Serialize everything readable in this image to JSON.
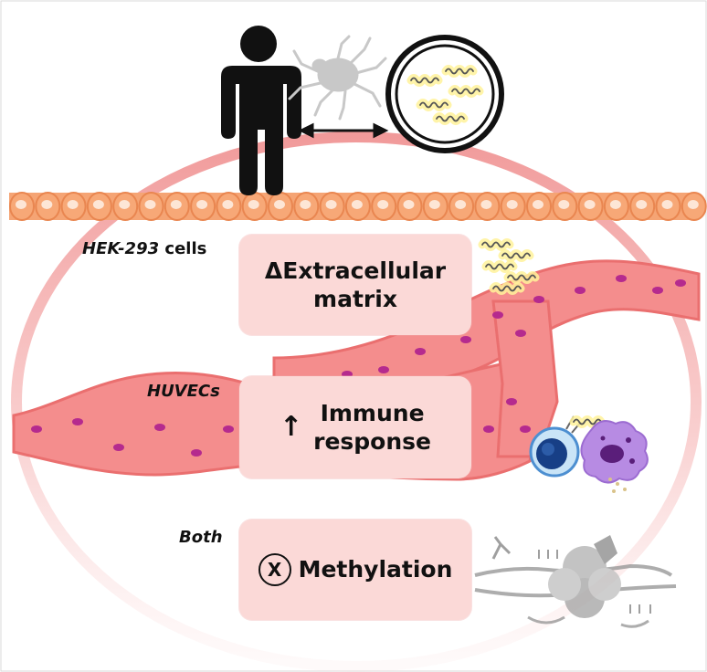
{
  "labels": {
    "hek_name": "HEK-293",
    "hek_suffix": " cells",
    "huvec": "HUVECs",
    "both": "Both"
  },
  "boxes": {
    "extracellular_line1": "ΔExtracellular",
    "extracellular_line2": "matrix",
    "immune_arrow": "↑",
    "immune_line1": "Immune",
    "immune_line2": "response",
    "methylation_symbol": "X",
    "methylation": "Methylation"
  },
  "colors": {
    "box_fill": "#fbd9d7",
    "epithelium": "#f7a070",
    "vessel": "#f28c8c",
    "vessel_nucleus": "#b52a8e",
    "ring": "#ef8f8f",
    "spirochete_glow": "#fff29a"
  },
  "icons": [
    "human-icon",
    "tick-icon",
    "double-arrow-icon",
    "bacteria-circle-icon",
    "spirochete-icon",
    "lymphocyte-icon",
    "macrophage-icon",
    "nucleosome-icon"
  ]
}
